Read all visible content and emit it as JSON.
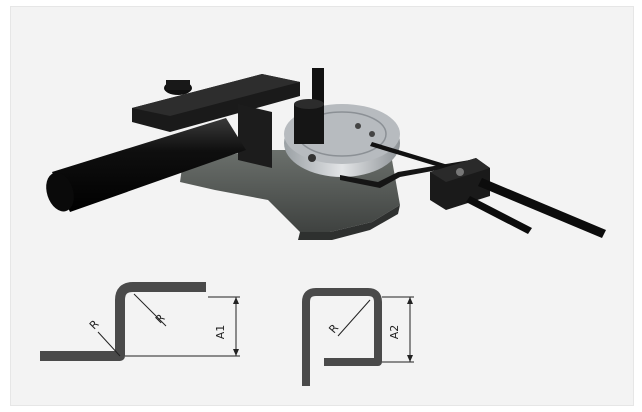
{
  "illustration": {
    "machine": "bending-tool-illustration",
    "colors": {
      "background": "#f3f3f3",
      "base": "#4e524f",
      "steel": "#1b1b1b",
      "chrome": "#c9cccf",
      "profile": "#4a4a4a",
      "dimension": "#222222"
    }
  },
  "diagram_left": {
    "radius_inner_label": "R",
    "radius_outer_label": "R",
    "height_label": "A1"
  },
  "diagram_right": {
    "radius_label": "R",
    "height_label": "A2"
  }
}
